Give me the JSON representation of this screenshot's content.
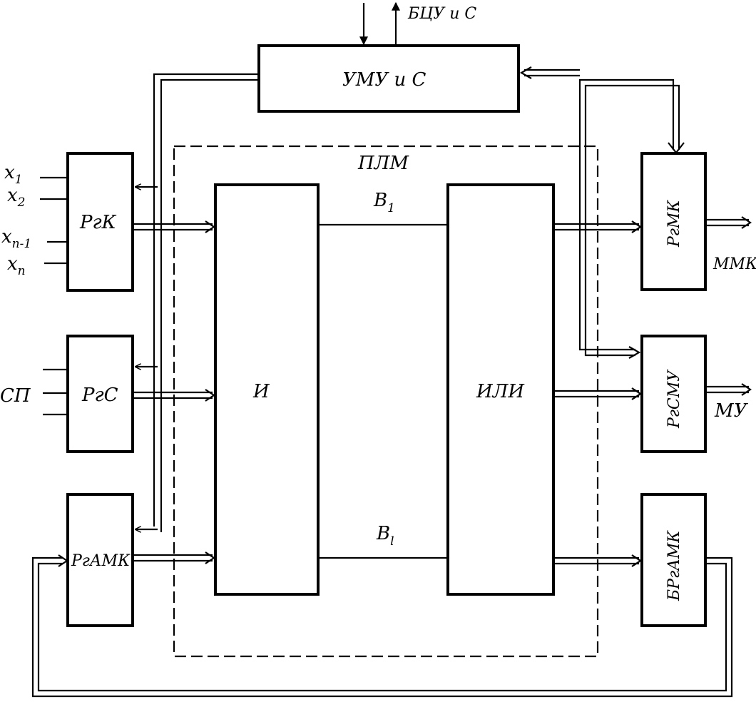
{
  "blocks": {
    "top_control": "УМУ и С",
    "reg_k": "РгК",
    "reg_s": "РгС",
    "reg_amk": "РгАМК",
    "and_matrix": "И",
    "or_matrix": "ИЛИ",
    "reg_mk": "РгМК",
    "reg_smu": "РгСМУ",
    "buf_reg_amk": "БРгАМК"
  },
  "labels": {
    "plm": "ПЛМ",
    "top_io": "БЦУ и С",
    "bus_b1": "B",
    "bus_b1_sub": "1",
    "bus_bl": "B",
    "bus_bl_sub": "l",
    "out_mmk": "ММК",
    "out_mu": "МУ",
    "in_sp": "СП"
  },
  "inputs": [
    {
      "var": "x",
      "sub": "1"
    },
    {
      "var": "x",
      "sub": "2"
    },
    {
      "var": "x",
      "sub": "n-1"
    },
    {
      "var": "x",
      "sub": "n"
    }
  ]
}
